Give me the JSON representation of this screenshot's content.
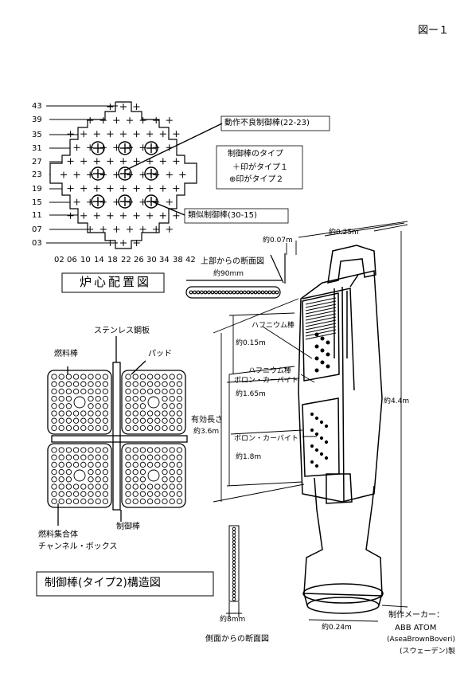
{
  "figure_number": "図ー１",
  "core_map": {
    "title": "炉心配置図",
    "y_labels": [
      "43",
      "39",
      "35",
      "31",
      "27",
      "23",
      "19",
      "15",
      "11",
      "07",
      "03"
    ],
    "x_labels": [
      "02",
      "06",
      "10",
      "14",
      "18",
      "22",
      "26",
      "30",
      "34",
      "38",
      "42"
    ],
    "callout_defective": "動作不良制御棒(22-23)",
    "callout_similar": "類似制御棒(30-15)",
    "legend_title": "制御棒のタイプ",
    "legend_type1": "＋印がタイプ１",
    "legend_type2": "⊕印がタイプ２"
  },
  "cross_section": {
    "title": "制御棒(タイプ2)構造図",
    "stainless": "ステンレス鋼板",
    "pad": "パッド",
    "fuel_rod": "燃料棒",
    "channel_line1": "燃料集合体",
    "channel_line2": "チャンネル・ボックス",
    "control_rod": "制御棒"
  },
  "rod_drawing": {
    "top_section_label": "上部からの断面図",
    "side_section_label": "側面からの断面図",
    "dim_0_07": "約0.07m",
    "dim_0_25": "約0.25m",
    "dim_90mm": "約90mm",
    "hafnium_rod": "ハフニウム棒",
    "dim_0_15": "約0.15m",
    "hafnium_rod2": "ハフニウム棒",
    "boron_carbide": "ボロン・カーバイト",
    "dim_1_65": "約1.65m",
    "effective_length": "有効長さ",
    "dim_3_6": "約3.6m",
    "boron_carbide2": "ボロン・カーバイト",
    "dim_1_8": "約1.8m",
    "dim_4_4": "約4.4m",
    "dim_8mm": "約8mm",
    "dim_0_24": "約0.24m",
    "maker_label": "制作メーカー：",
    "maker_name": "ABB ATOM",
    "maker_full": "(AseaBrownBoveri)",
    "maker_country": "(スウェーデン)製"
  }
}
